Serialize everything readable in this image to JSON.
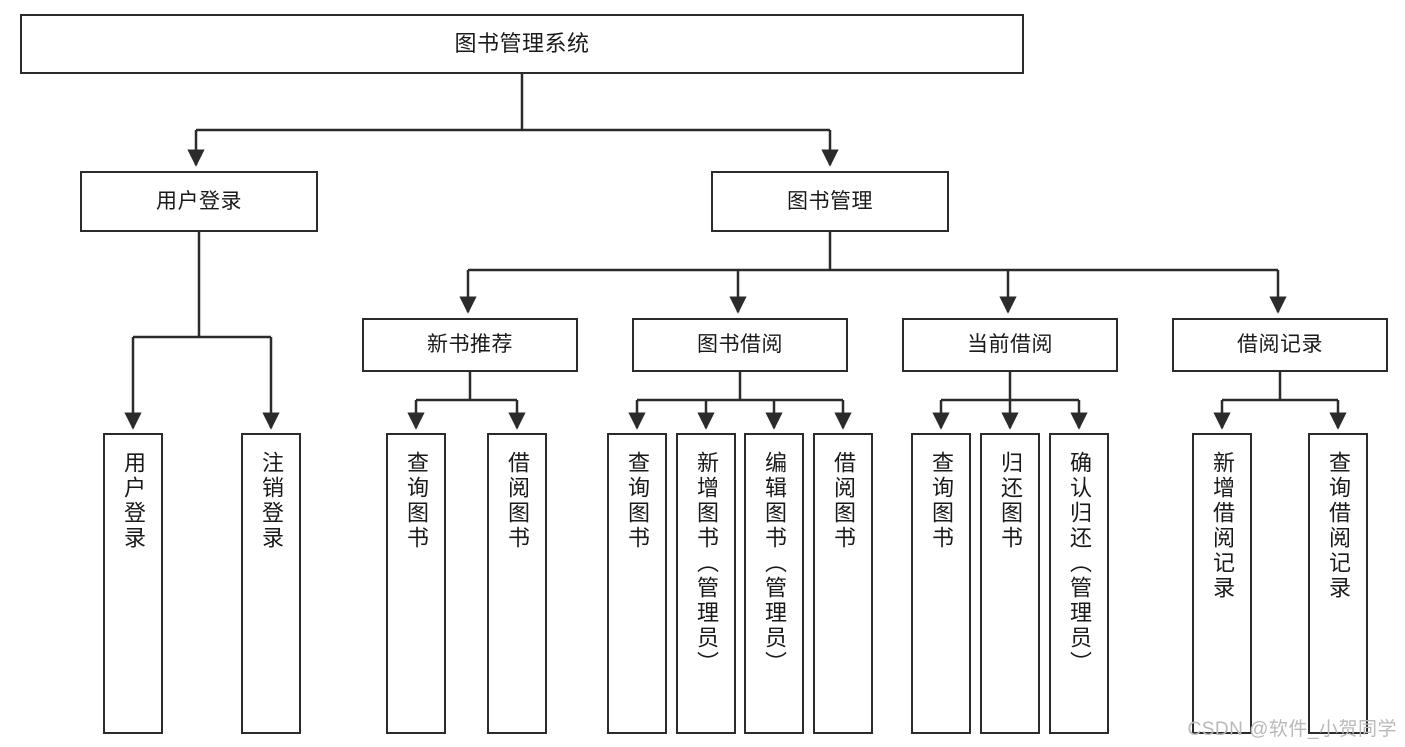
{
  "diagram": {
    "title": "图书管理系统",
    "type": "tree-hierarchy-chart",
    "watermark": "CSDN @软件_小贺同学",
    "colors": {
      "stroke": "#2b2b2b",
      "fill": "#ffffff",
      "text": "#1a1a1a",
      "watermark": "#b9b9b9"
    },
    "levels": {
      "root": "图书管理系统",
      "level2": [
        "用户登录",
        "图书管理"
      ],
      "level3": [
        "新书推荐",
        "图书借阅",
        "当前借阅",
        "借阅记录"
      ]
    }
  },
  "nodes": {
    "root": {
      "label": "图书管理系统"
    },
    "user_login": {
      "label": "用户登录"
    },
    "book_manage": {
      "label": "图书管理"
    },
    "new_book_rec": {
      "label": "新书推荐"
    },
    "book_borrow": {
      "label": "图书借阅"
    },
    "current_borrow": {
      "label": "当前借阅"
    },
    "borrow_record": {
      "label": "借阅记录"
    },
    "leaf_user_login": {
      "label": "用户登录"
    },
    "leaf_logout": {
      "label": "注销登录"
    },
    "leaf_query_book_1": {
      "label": "查询图书"
    },
    "leaf_borrow_book_1": {
      "label": "借阅图书"
    },
    "leaf_query_book_2": {
      "label": "查询图书"
    },
    "leaf_add_book": {
      "label": "新增图书（管理员）"
    },
    "leaf_edit_book": {
      "label": "编辑图书（管理员）"
    },
    "leaf_borrow_book_2": {
      "label": "借阅图书"
    },
    "leaf_query_book_3": {
      "label": "查询图书"
    },
    "leaf_return_book": {
      "label": "归还图书"
    },
    "leaf_confirm_return": {
      "label": "确认归还（管理员）"
    },
    "leaf_add_record": {
      "label": "新增借阅记录"
    },
    "leaf_query_record": {
      "label": "查询借阅记录"
    }
  }
}
